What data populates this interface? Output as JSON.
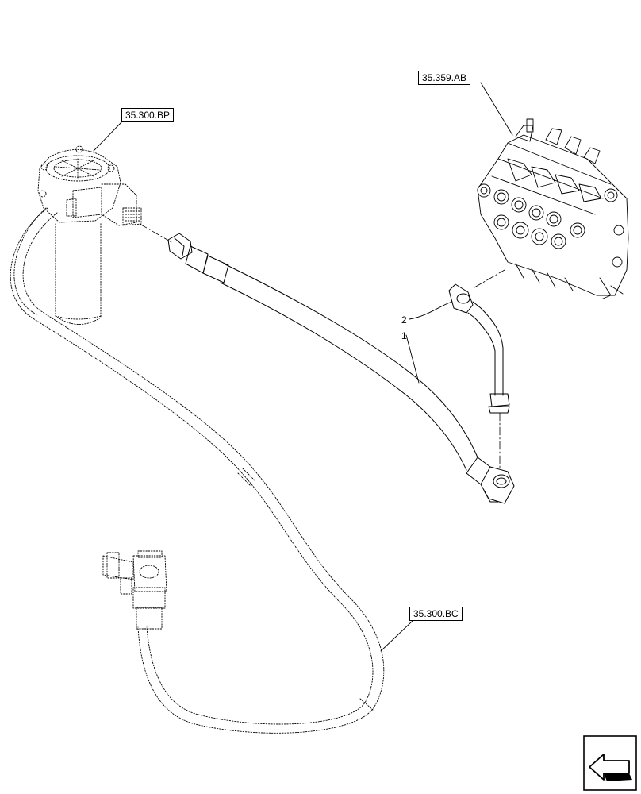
{
  "references": {
    "filter": "35.300.BP",
    "valve": "35.359.AB",
    "return_hose": "35.300.BC"
  },
  "callouts": {
    "item_1": "1",
    "item_2": "2"
  },
  "colors": {
    "line": "#000000",
    "background": "#ffffff"
  },
  "icons": {
    "nav": "previous-page-arrow-icon"
  }
}
